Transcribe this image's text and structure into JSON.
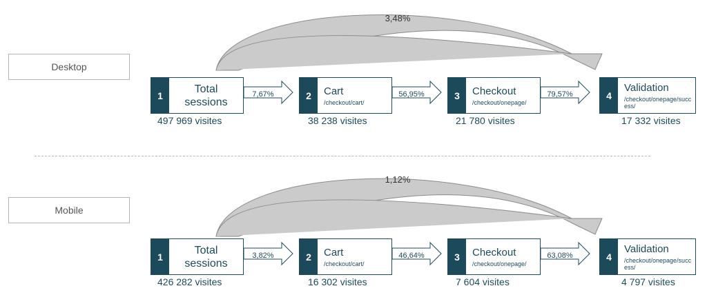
{
  "funnels": [
    {
      "device": "Desktop",
      "overall_rate": "3,48%",
      "steps": [
        {
          "num": "1",
          "name_line1": "Total",
          "name_line2": "sessions",
          "path": "",
          "visits": "497 969 visites"
        },
        {
          "num": "2",
          "name": "Cart",
          "path": "/checkout/cart/",
          "visits": "38 238 visites"
        },
        {
          "num": "3",
          "name": "Checkout",
          "path": "/checkout/onepage/",
          "visits": "21 780 visites"
        },
        {
          "num": "4",
          "name": "Validation",
          "path": "/checkout/onepage/success/",
          "visits": "17 332 visites"
        }
      ],
      "rates": [
        "7,67%",
        "56,95%",
        "79,57%"
      ]
    },
    {
      "device": "Mobile",
      "overall_rate": "1,12%",
      "steps": [
        {
          "num": "1",
          "name_line1": "Total",
          "name_line2": "sessions",
          "path": "",
          "visits": "426 282 visites"
        },
        {
          "num": "2",
          "name": "Cart",
          "path": "/checkout/cart/",
          "visits": "16 302 visites"
        },
        {
          "num": "3",
          "name": "Checkout",
          "path": "/checkout/onepage/",
          "visits": "7 604 visites"
        },
        {
          "num": "4",
          "name": "Validation",
          "path": "/checkout/onepage/success/",
          "visits": "4 797 visites"
        }
      ],
      "rates": [
        "3,82%",
        "46,64%",
        "63,08%"
      ]
    }
  ],
  "colors": {
    "dark_teal": "#1c4a5a",
    "arc_fill": "#cbcbcb",
    "label_border": "#b4b4b4"
  }
}
